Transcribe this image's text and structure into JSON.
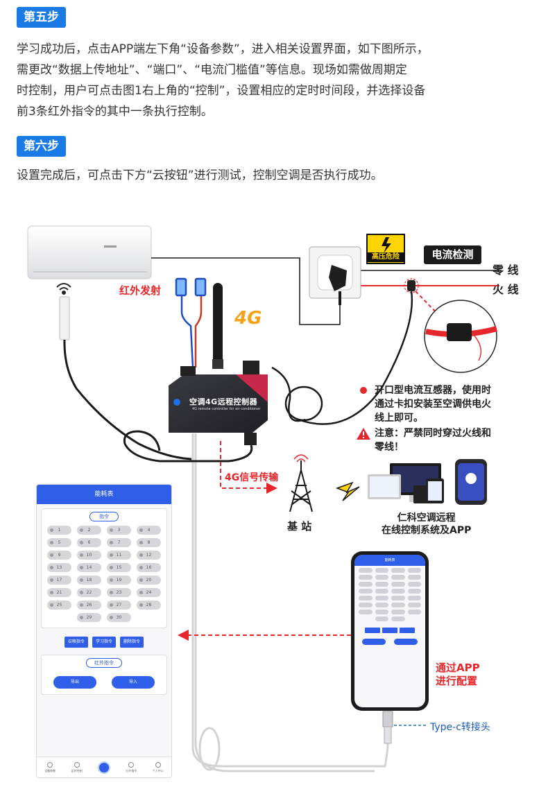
{
  "step5": {
    "badge": "第五步",
    "lines": [
      "学习成功后，点击APP端左下角“设备参数”，进入相关设置界面，如下图所示，",
      "需更改“数据上传地址”、“端口”、“电流门槛值”等信息。现场如需做周期定",
      "时控制，用户可点击图1右上角的“控制”，设置相应的定时时间段，并选择设备",
      "前3条红外指令的其中一条执行控制。"
    ]
  },
  "step6": {
    "badge": "第六步",
    "line": "设置完成后，可点击下方“云按钮”进行测试，控制空调是否执行成功。"
  },
  "diagram": {
    "infrared_label": "红外发射",
    "signal_4g": "4G",
    "device_title": "空调4G远程控制器",
    "device_sub": "4G remote controller for air conditioner",
    "warning_sign": "高压危险",
    "current_detect": "电流检测",
    "neutral_line": "零 线",
    "live_line": "火 线",
    "ct_note": [
      "开口型电流互感器，使用时",
      "通过卡扣安装至空调供电火",
      "线上即可。"
    ],
    "caution": [
      "注意：严禁同时穿过火线和",
      "零线！"
    ],
    "transmit_label": "4G信号传输",
    "base_station": "基 站",
    "system_label": [
      "仁科空调远程",
      "在线控制系统及APP"
    ],
    "app_config": [
      "通过APP",
      "进行配置"
    ],
    "typec_label": "Type-c转接头"
  },
  "app": {
    "header": "能耗表",
    "section_title": "指令",
    "keys": [
      "1",
      "2",
      "3",
      "4",
      "5",
      "6",
      "7",
      "8",
      "9",
      "10",
      "11",
      "12",
      "13",
      "14",
      "15",
      "16",
      "17",
      "18",
      "19",
      "20",
      "21",
      "22",
      "23",
      "24",
      "25",
      "26",
      "27",
      "28",
      "29",
      "30"
    ],
    "buttons": [
      "召唤指令",
      "学习指令",
      "删除指令"
    ],
    "ir_section_title": "红外指令",
    "ir_buttons": [
      "导出",
      "导入"
    ],
    "tabs": [
      "设备参数",
      "定时控制",
      "",
      "红外指令",
      "个人中心"
    ]
  },
  "colors": {
    "accent_blue": "#1a7be6",
    "app_blue": "#2f5ee9",
    "warning_red": "#e5262b",
    "device_body": "#2b2b31"
  }
}
